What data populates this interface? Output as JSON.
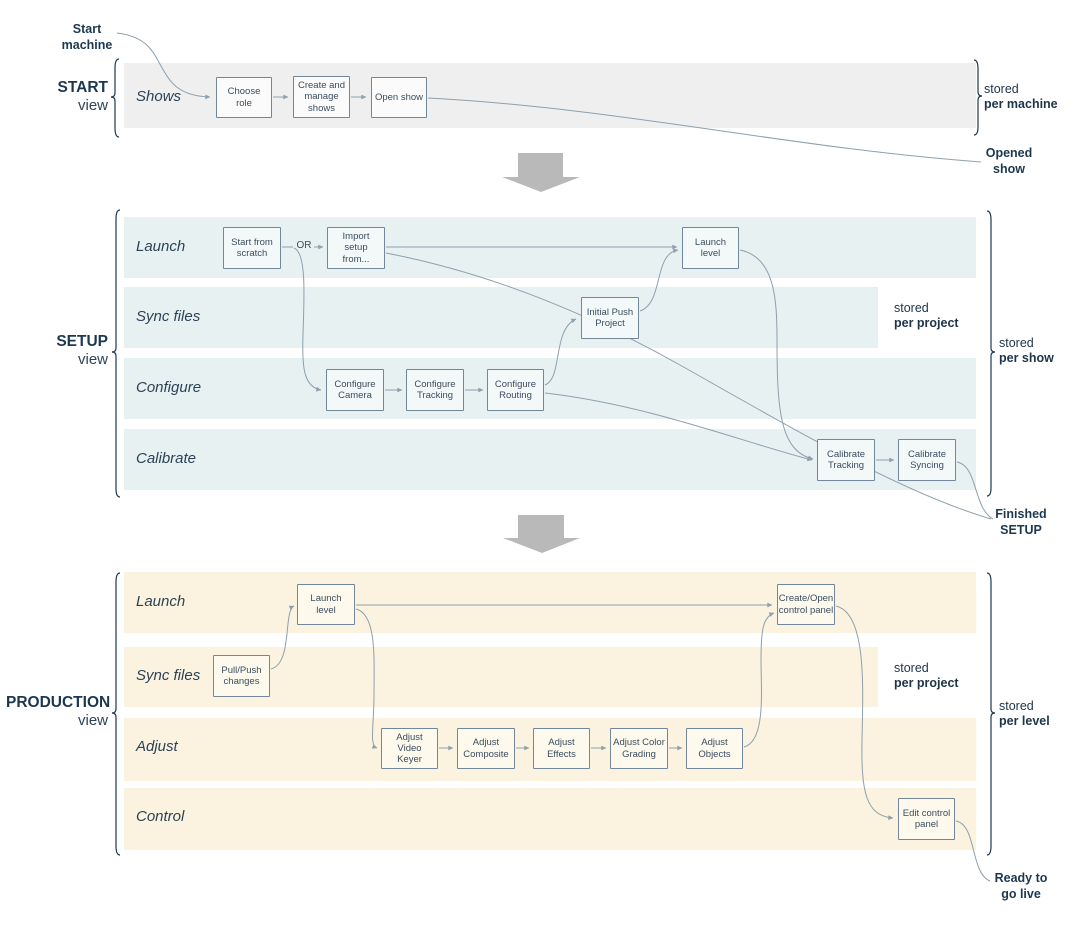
{
  "annotations": {
    "start_machine": "Start machine",
    "opened_show": "Opened show",
    "finished_setup": "Finished SETUP",
    "ready_go_live": "Ready to go live"
  },
  "sections": {
    "start": {
      "name": "START",
      "view_label": "view",
      "stored": {
        "prefix": "stored",
        "scope": "per machine"
      },
      "lanes": [
        {
          "label": "Shows"
        }
      ],
      "boxes": [
        {
          "label": "Choose role"
        },
        {
          "label": "Create and manage shows"
        },
        {
          "label": "Open show"
        }
      ]
    },
    "setup": {
      "name": "SETUP",
      "view_label": "view",
      "or_label": "OR",
      "stored_side": {
        "prefix": "stored",
        "scope": "per show"
      },
      "stored_inline": {
        "prefix": "stored",
        "scope": "per project"
      },
      "lanes": [
        {
          "label": "Launch"
        },
        {
          "label": "Sync files"
        },
        {
          "label": "Configure"
        },
        {
          "label": "Calibrate"
        }
      ],
      "boxes": [
        {
          "label": "Start from scratch"
        },
        {
          "label": "Import setup from..."
        },
        {
          "label": "Launch level"
        },
        {
          "label": "Initial Push Project"
        },
        {
          "label": "Configure Camera"
        },
        {
          "label": "Configure Tracking"
        },
        {
          "label": "Configure Routing"
        },
        {
          "label": "Calibrate Tracking"
        },
        {
          "label": "Calibrate Syncing"
        }
      ]
    },
    "production": {
      "name": "PRODUCTION",
      "view_label": "view",
      "stored_side": {
        "prefix": "stored",
        "scope": "per level"
      },
      "stored_inline": {
        "prefix": "stored",
        "scope": "per project"
      },
      "lanes": [
        {
          "label": "Launch"
        },
        {
          "label": "Sync files"
        },
        {
          "label": "Adjust"
        },
        {
          "label": "Control"
        }
      ],
      "boxes": [
        {
          "label": "Launch level"
        },
        {
          "label": "Pull/Push changes"
        },
        {
          "label": "Create/Open control panel"
        },
        {
          "label": "Adjust Video Keyer"
        },
        {
          "label": "Adjust Composite"
        },
        {
          "label": "Adjust Effects"
        },
        {
          "label": "Adjust Color Grading"
        },
        {
          "label": "Adjust Objects"
        },
        {
          "label": "Edit control panel"
        }
      ]
    }
  },
  "colors": {
    "start_lane": "#efefef",
    "setup_lane": "#e7f1f1",
    "production_lane": "#fbf3df",
    "node_border": "#73879a",
    "connector": "#8da0ad",
    "navy_text": "#1c3850",
    "block_arrow": "#b9b9b9"
  }
}
